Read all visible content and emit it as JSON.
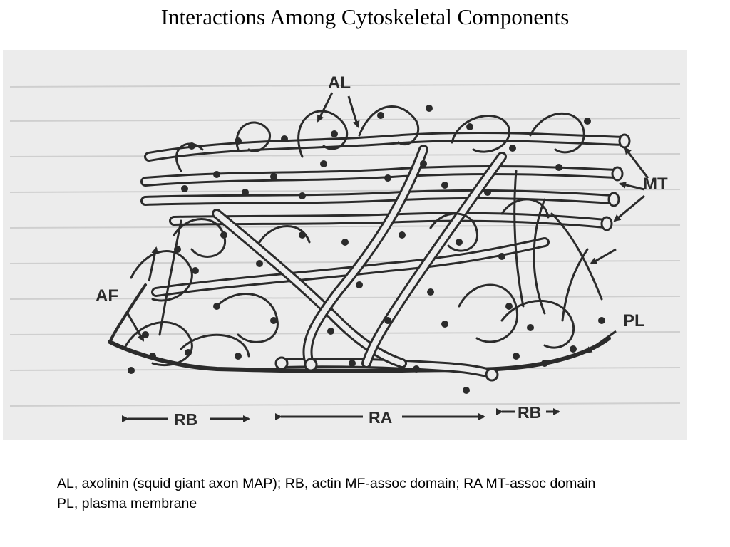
{
  "slide": {
    "title": "Interactions Among Cytoskeletal Components"
  },
  "figure": {
    "labels": {
      "al": "AL",
      "mt": "MT",
      "af": "AF",
      "pl": "PL",
      "rb_left": "RB",
      "ra": "RA",
      "rb_right": "RB"
    },
    "background_text_color": "#a6a6a6",
    "ink_color": "#2b2b2b"
  },
  "caption": {
    "line1": "AL, axolinin (squid giant axon MAP); RB, actin MF-assoc domain; RA MT-assoc domain",
    "line2": "PL, plasma membrane"
  }
}
